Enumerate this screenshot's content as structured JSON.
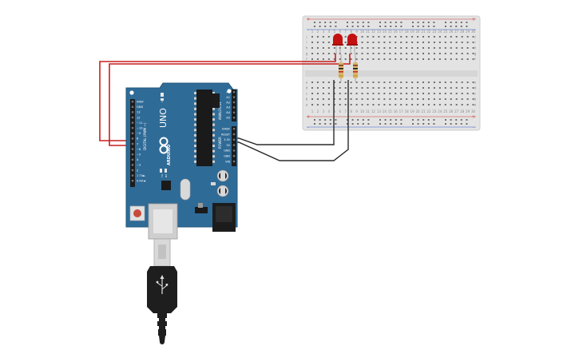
{
  "board": {
    "model": "UNO",
    "brand": "ARDUINO",
    "digital_label": "DIGITAL (PWM ~)",
    "analog_label": "ANALOG IN",
    "power_label": "POWER",
    "tx_label": "TX",
    "rx_label": "RX",
    "l_label": "L",
    "digital_pins": [
      "0 RX◄",
      "1 TX►",
      "2",
      "~3",
      "4",
      "~5",
      "~6",
      "7",
      "8",
      "~9",
      "~10",
      "~11",
      "12",
      "13",
      "GND",
      "AREF"
    ],
    "analog_pins": [
      "A0",
      "A1",
      "A2",
      "A3",
      "A4",
      "A5"
    ],
    "power_pins": [
      "IOREF",
      "RESET",
      "3.3V",
      "5V",
      "GND",
      "GND",
      "VIN"
    ]
  },
  "breadboard": {
    "columns": 30,
    "row_letters_top": [
      "j",
      "i",
      "h",
      "g",
      "f"
    ],
    "row_letters_bottom": [
      "e",
      "d",
      "c",
      "b",
      "a"
    ],
    "rail_plus": "+",
    "rail_minus": "-"
  },
  "colors": {
    "board": "#2f6b97",
    "board_edge": "#24587f",
    "wire_signal": "#c81f1f",
    "wire_ground": "#2a2a2a",
    "led": "#c41010",
    "resistor": "#d9b46e",
    "breadboard": "#e8e8e8",
    "rail_red": "#d23a3a",
    "rail_blue": "#3a5fd2"
  },
  "components": [
    "led-1",
    "led-2",
    "resistor-1",
    "resistor-2",
    "usb-cable"
  ]
}
